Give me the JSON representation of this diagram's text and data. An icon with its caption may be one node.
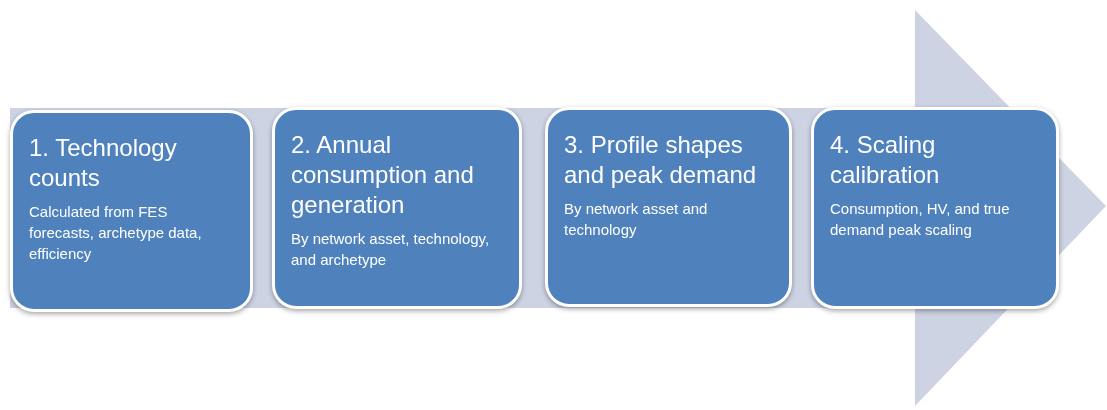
{
  "diagram": {
    "nodes": [
      {
        "text": [
          "1. Technology counts",
          "Calculated from FES forecasts, archetype data, efficiency"
        ]
      },
      {
        "text": [
          "2. Annual consumption and generation",
          "By network asset, technology, and archetype"
        ]
      },
      {
        "text": [
          "3. Profile shapes and peak demand",
          "By network asset and technology"
        ]
      },
      {
        "text": [
          "4. Scaling calibration",
          "Consumption, HV, and true demand peak scaling"
        ]
      }
    ]
  }
}
